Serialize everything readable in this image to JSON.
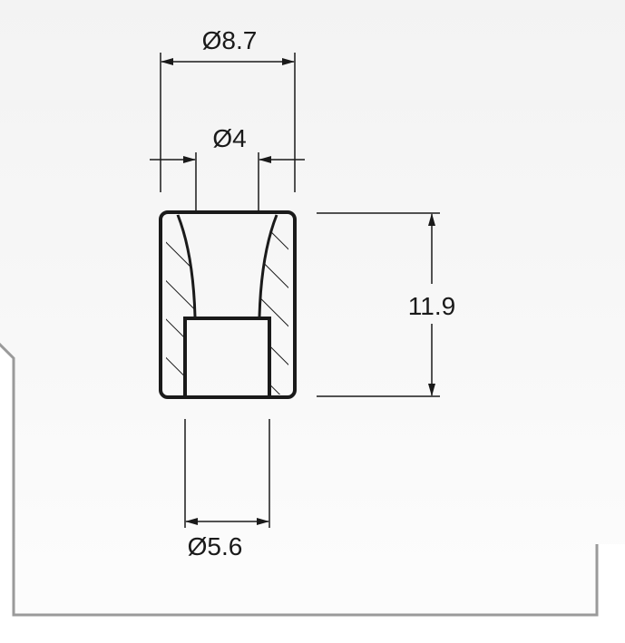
{
  "dimensions": {
    "outer_diameter": "Ø8.7",
    "bore_diameter": "Ø4",
    "counterbore_diameter": "Ø5.6",
    "height": "11.9"
  },
  "colors": {
    "line": "#1a1a1a",
    "frame": "#9a9a9a",
    "paper": "#ffffff",
    "background": "#f3f3f3"
  }
}
